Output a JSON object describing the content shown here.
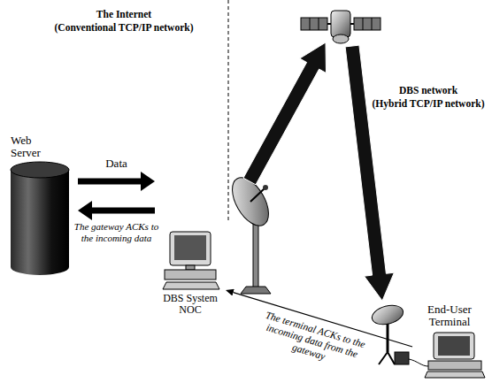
{
  "diagram": {
    "nodes": [
      {
        "text": [
          "Web Server"
        ]
      },
      {
        "text": [
          "DBS System NOC"
        ]
      },
      {
        "text": [
          "End-User Terminal"
        ]
      }
    ],
    "edges": [
      {
        "from": 0,
        "to": 1,
        "arrow": "to",
        "label": "Data"
      },
      {
        "from": 1,
        "to": 0,
        "arrow": "to",
        "label": "The gateway ACKs to the incoming data"
      },
      {
        "from": 2,
        "to": 1,
        "arrow": "to",
        "label": "The terminal ACKs to the incoming data from the gateway"
      }
    ],
    "labels": [
      "The Internet",
      "(Conventional TCP/IP network)",
      "DBS network",
      "(Hybrid TCP/IP network)"
    ]
  }
}
